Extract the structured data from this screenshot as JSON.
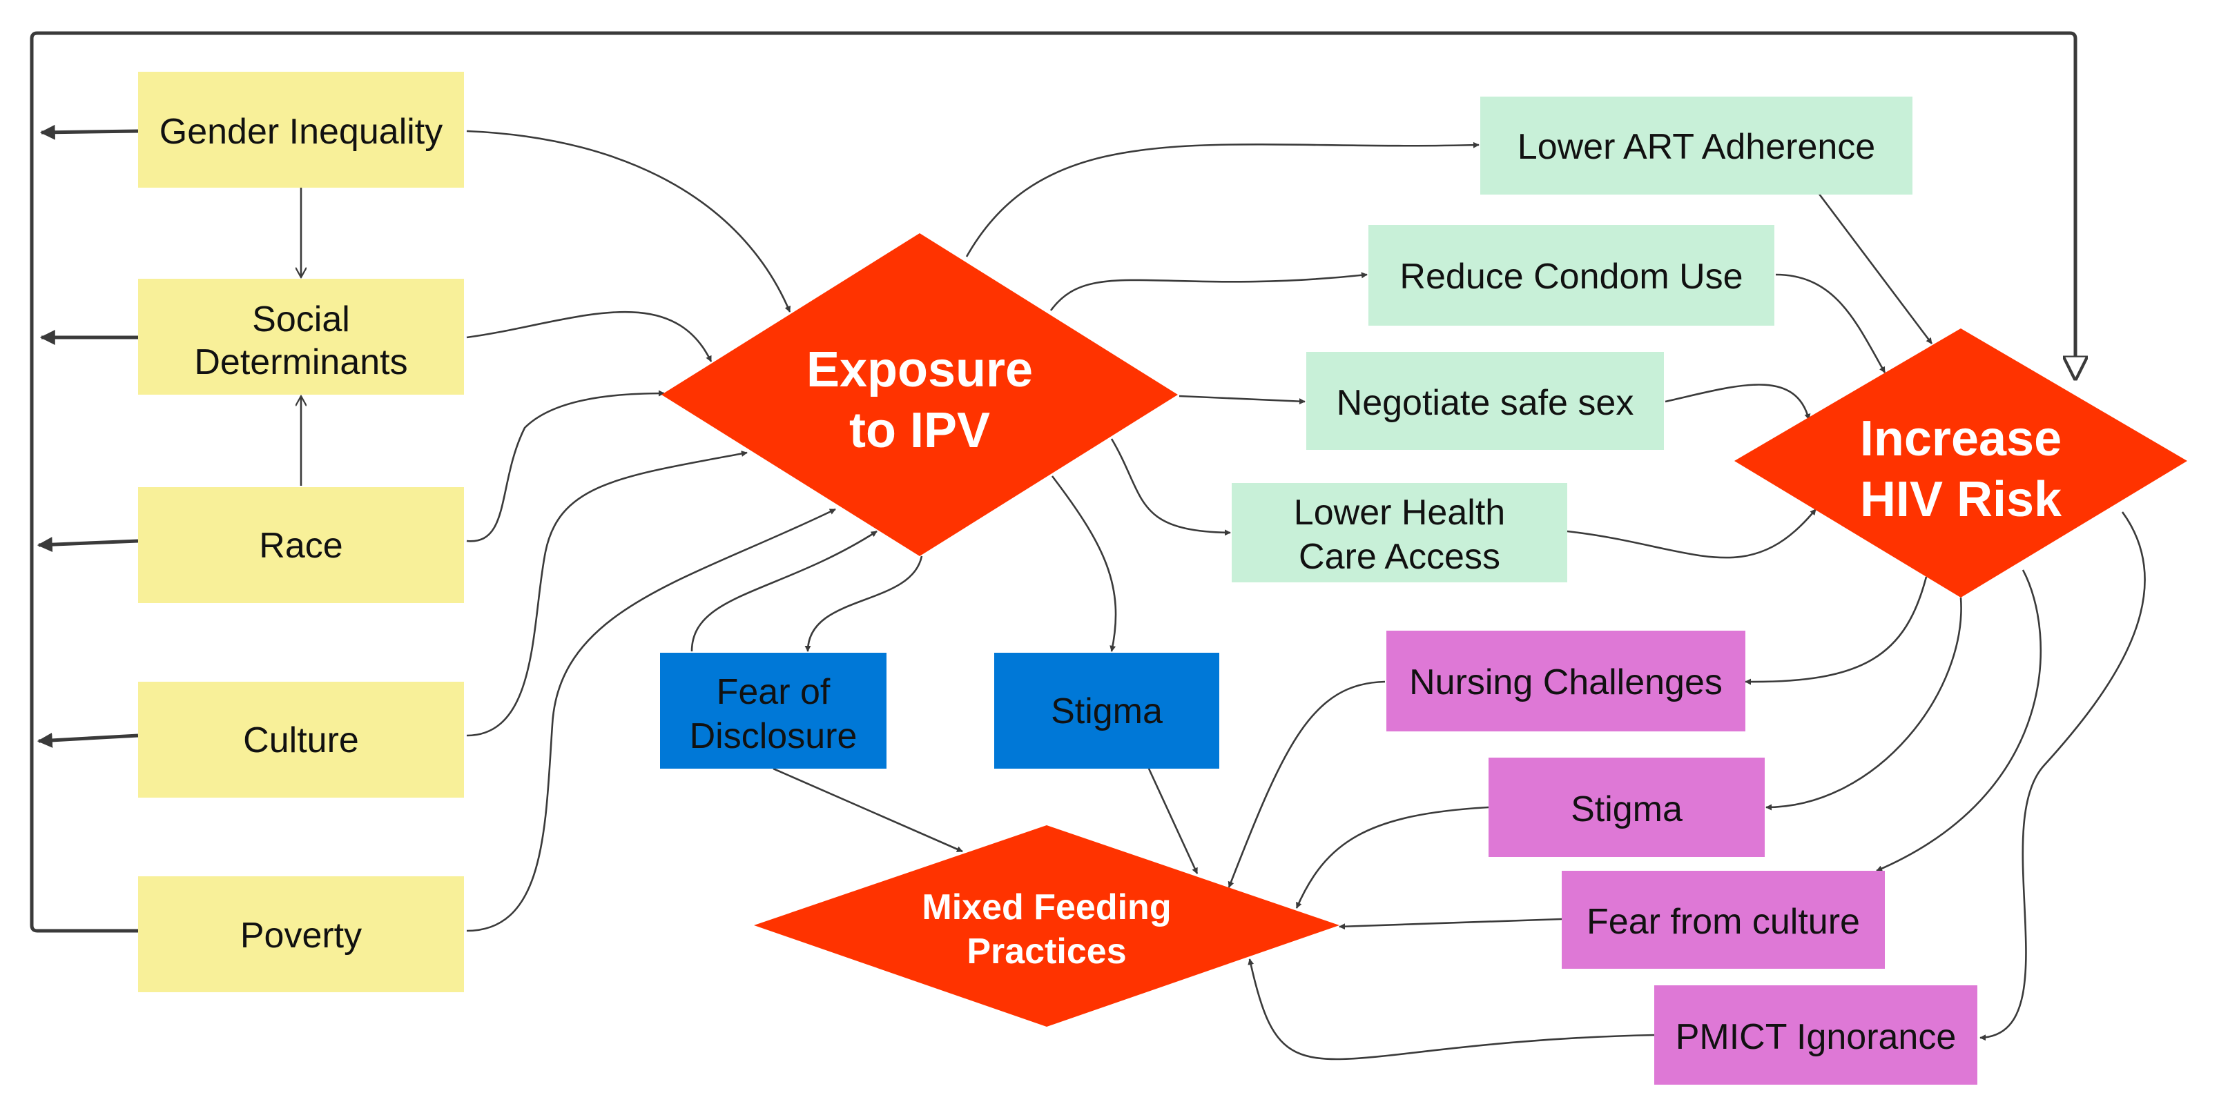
{
  "colors": {
    "yellow_box": "#F8F099",
    "green_box": "#C8F0D8",
    "blue_box": "#0078D7",
    "purple_box": "#DE78D6",
    "red_diamond": "#FF3300",
    "arrow": "#3a3a3a"
  },
  "nodes": {
    "gender_inequality": "Gender Inequality",
    "social_determinants": [
      "Social",
      "Determinants"
    ],
    "race": "Race",
    "culture": "Culture",
    "poverty": "Poverty",
    "exposure_ipv": [
      "Exposure",
      "to IPV"
    ],
    "increase_hiv": [
      "Increase",
      "HIV Risk"
    ],
    "mixed_feeding": [
      "Mixed Feeding",
      "Practices"
    ],
    "lower_art": "Lower ART Adherence",
    "reduce_condom": "Reduce Condom Use",
    "negotiate_sex": "Negotiate safe sex",
    "lower_health": [
      "Lower Health",
      "Care Access"
    ],
    "fear_disclosure": [
      "Fear of",
      "Disclosure"
    ],
    "stigma_blue": "Stigma",
    "nursing": "Nursing Challenges",
    "stigma_purple": "Stigma",
    "fear_culture": "Fear from culture",
    "pmict": "PMICT Ignorance"
  }
}
